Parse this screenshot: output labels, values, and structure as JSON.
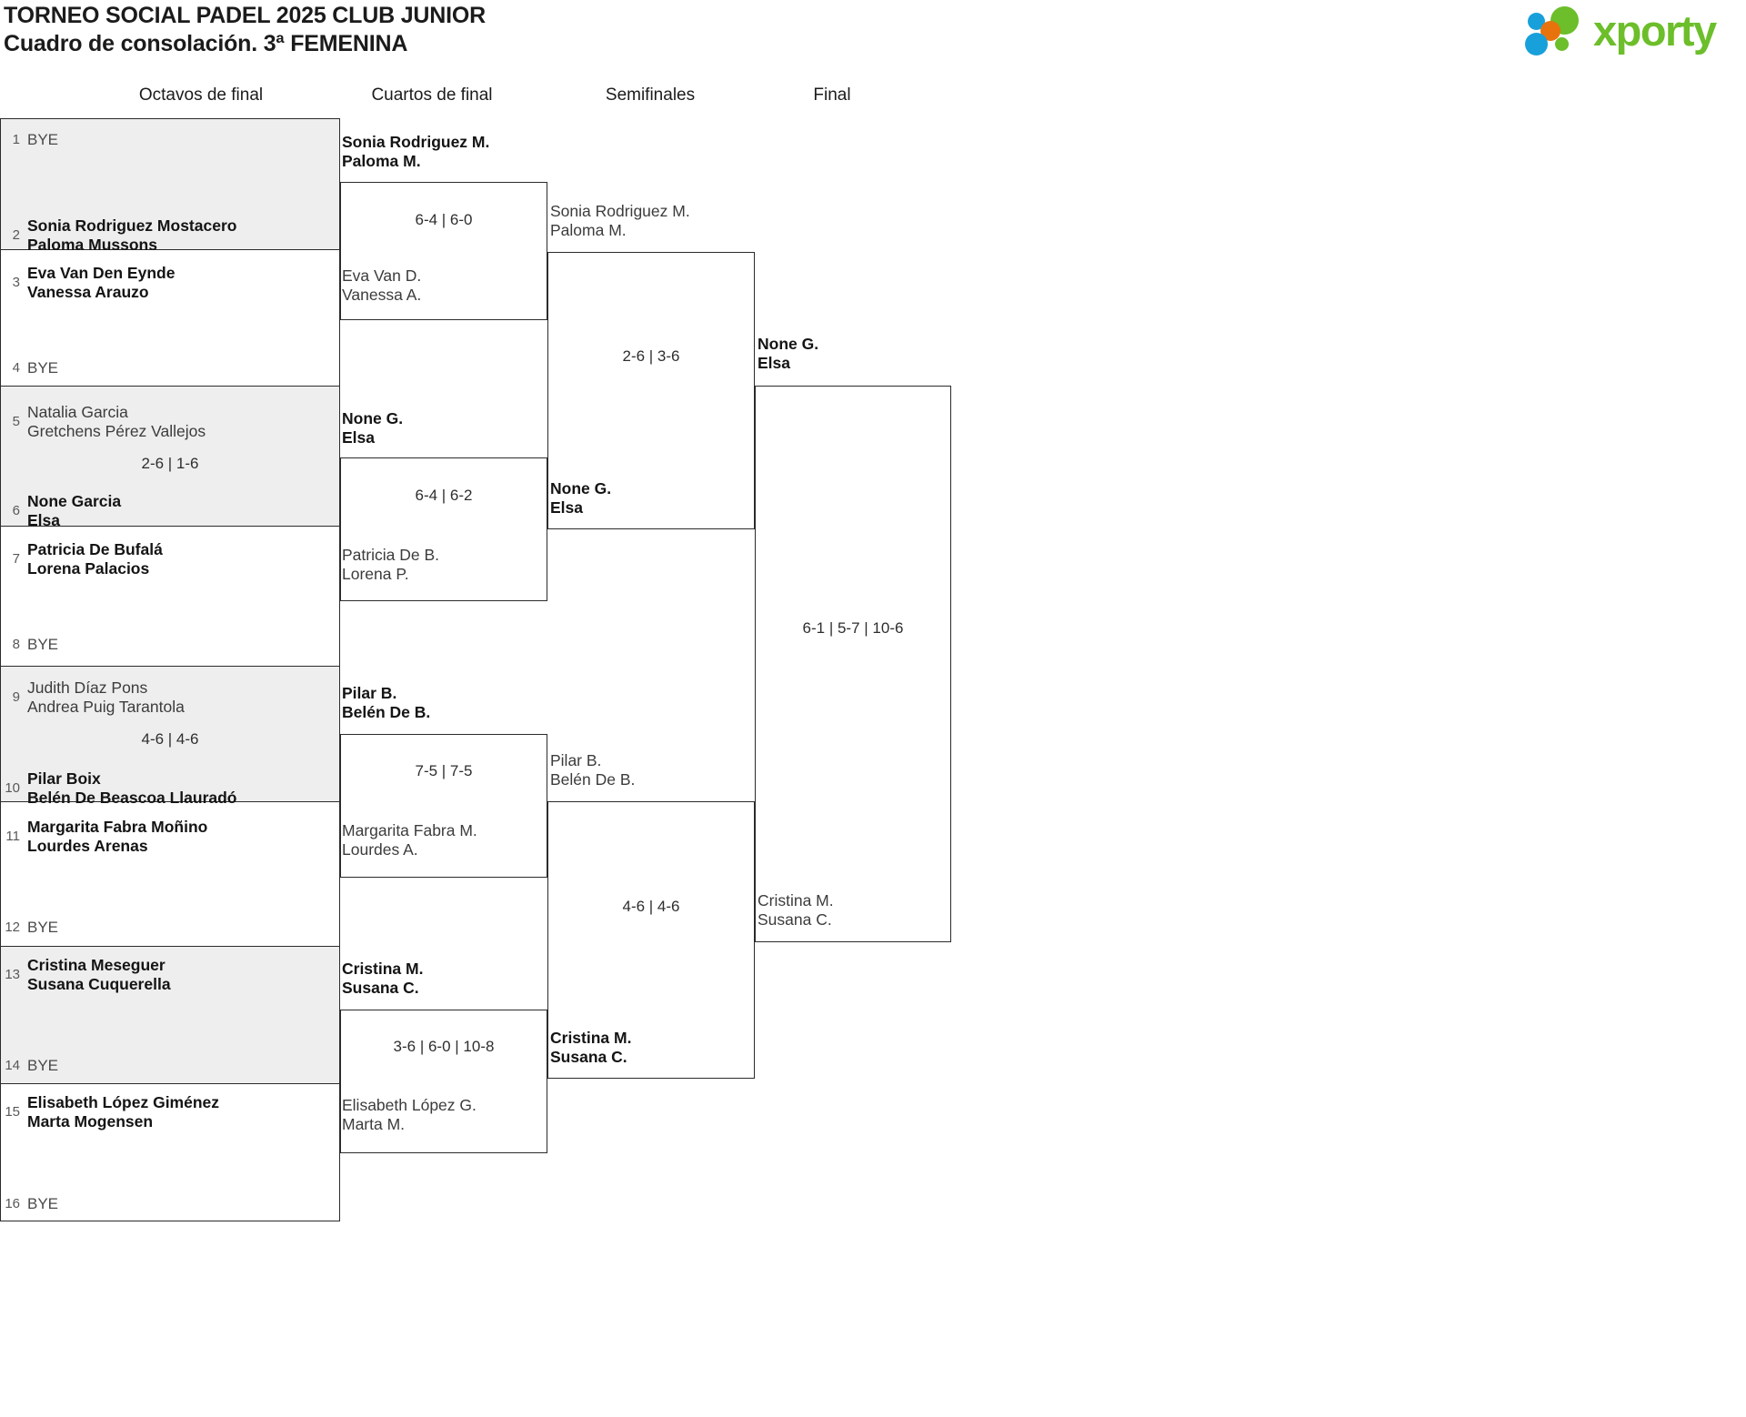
{
  "header": {
    "title_line1": "TORNEO SOCIAL PADEL 2025 CLUB JUNIOR",
    "title_line2": "Cuadro de consolación. 3ª FEMENINA",
    "logo_text": "xporty",
    "logo_colors": {
      "green": "#6cbe2a",
      "blue": "#18a0db",
      "orange": "#e8730c"
    }
  },
  "rounds": [
    {
      "label": "Octavos de final"
    },
    {
      "label": "Cuartos de final"
    },
    {
      "label": "Semifinales"
    },
    {
      "label": "Final"
    }
  ],
  "bye_label": "BYE",
  "round1": [
    {
      "seed": "1",
      "line1": "BYE",
      "line2": "",
      "bye": true,
      "winner": false
    },
    {
      "seed": "2",
      "line1": "Sonia Rodriguez Mostacero",
      "line2": "Paloma Mussons",
      "bye": false,
      "winner": true
    },
    {
      "seed": "3",
      "line1": "Eva Van Den Eynde",
      "line2": "Vanessa Arauzo",
      "bye": false,
      "winner": true
    },
    {
      "seed": "4",
      "line1": "BYE",
      "line2": "",
      "bye": true,
      "winner": false
    },
    {
      "seed": "5",
      "line1": "Natalia Garcia",
      "line2": "Gretchens Pérez Vallejos",
      "bye": false,
      "winner": false
    },
    {
      "seed": "6",
      "line1": "None Garcia",
      "line2": "Elsa",
      "bye": false,
      "winner": true
    },
    {
      "seed": "7",
      "line1": "Patricia De Bufalá",
      "line2": "Lorena Palacios",
      "bye": false,
      "winner": true
    },
    {
      "seed": "8",
      "line1": "BYE",
      "line2": "",
      "bye": true,
      "winner": false
    },
    {
      "seed": "9",
      "line1": "Judith Díaz Pons",
      "line2": "Andrea Puig Tarantola",
      "bye": false,
      "winner": false
    },
    {
      "seed": "10",
      "line1": "Pilar Boix",
      "line2": "Belén De Beascoa Llauradó",
      "bye": false,
      "winner": true
    },
    {
      "seed": "11",
      "line1": "Margarita Fabra Moñino",
      "line2": "Lourdes Arenas",
      "bye": false,
      "winner": true
    },
    {
      "seed": "12",
      "line1": "BYE",
      "line2": "",
      "bye": true,
      "winner": false
    },
    {
      "seed": "13",
      "line1": "Cristina Meseguer",
      "line2": "Susana Cuquerella",
      "bye": false,
      "winner": true
    },
    {
      "seed": "14",
      "line1": "BYE",
      "line2": "",
      "bye": true,
      "winner": false
    },
    {
      "seed": "15",
      "line1": "Elisabeth López Giménez",
      "line2": "Marta Mogensen",
      "bye": false,
      "winner": true
    },
    {
      "seed": "16",
      "line1": "BYE",
      "line2": "",
      "bye": true,
      "winner": false
    }
  ],
  "r1_scores": [
    {
      "text": ""
    },
    {
      "text": "2-6 | 1-6"
    },
    {
      "text": "4-6 | 4-6"
    },
    {
      "text": ""
    }
  ],
  "quarters": [
    {
      "top": {
        "line1": "Sonia Rodriguez M.",
        "line2": "Paloma M.",
        "winner": true
      },
      "bottom": {
        "line1": "Eva Van D.",
        "line2": "Vanessa A.",
        "winner": false
      },
      "score": "6-4 | 6-0"
    },
    {
      "top": {
        "line1": "None G.",
        "line2": "Elsa",
        "winner": true
      },
      "bottom": {
        "line1": "Patricia De B.",
        "line2": "Lorena P.",
        "winner": false
      },
      "score": "6-4 | 6-2"
    },
    {
      "top": {
        "line1": "Pilar B.",
        "line2": "Belén De B.",
        "winner": true
      },
      "bottom": {
        "line1": "Margarita Fabra M.",
        "line2": "Lourdes A.",
        "winner": false
      },
      "score": "7-5 | 7-5"
    },
    {
      "top": {
        "line1": "Cristina M.",
        "line2": "Susana C.",
        "winner": true
      },
      "bottom": {
        "line1": "Elisabeth López G.",
        "line2": "Marta M.",
        "winner": false
      },
      "score": "3-6 | 6-0 | 10-8"
    }
  ],
  "semis": [
    {
      "top": {
        "line1": "Sonia Rodriguez M.",
        "line2": "Paloma M.",
        "winner": false
      },
      "bottom": {
        "line1": "None G.",
        "line2": "Elsa",
        "winner": true
      },
      "score": "2-6 | 3-6"
    },
    {
      "top": {
        "line1": "Pilar B.",
        "line2": "Belén De B.",
        "winner": false
      },
      "bottom": {
        "line1": "Cristina M.",
        "line2": "Susana C.",
        "winner": true
      },
      "score": "4-6 | 4-6"
    }
  ],
  "final": {
    "top": {
      "line1": "None G.",
      "line2": "Elsa",
      "winner": true
    },
    "bottom": {
      "line1": "Cristina M.",
      "line2": "Susana C.",
      "winner": false
    },
    "score": "6-1 | 5-7 | 10-6"
  }
}
